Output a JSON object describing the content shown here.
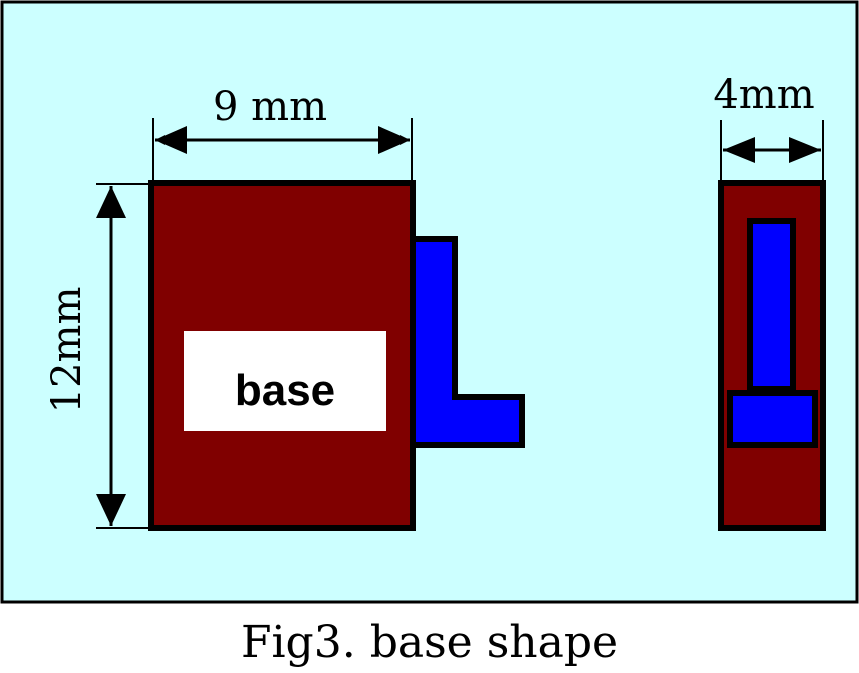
{
  "colors": {
    "background_panel": "#ccffff",
    "base_body": "#800000",
    "blue_part": "#0000ff",
    "label_box": "#ffffff",
    "outline": "#000000"
  },
  "front_view": {
    "width_label": "9 mm",
    "height_label": "12mm",
    "base_label": "base"
  },
  "side_view": {
    "thickness_label": "4mm"
  },
  "caption": "Fig3. base shape"
}
